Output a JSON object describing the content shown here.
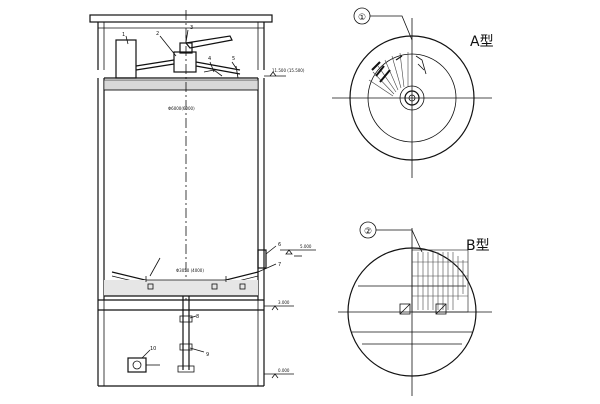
{
  "left_drawing": {
    "elevations": {
      "top": "11.500 (15.500)",
      "water": "5.000",
      "floor": "3.000",
      "ground": "0.000"
    },
    "diameter_top": "Φ6000(6000)",
    "diameter_cone": "Φ3050 (4000)",
    "part_numbers": [
      "1",
      "2",
      "3",
      "4",
      "5",
      "6",
      "7",
      "8",
      "9",
      "10"
    ]
  },
  "detail_a": {
    "marker": "①",
    "label": "A型"
  },
  "detail_b": {
    "marker": "②",
    "label": "B型"
  }
}
